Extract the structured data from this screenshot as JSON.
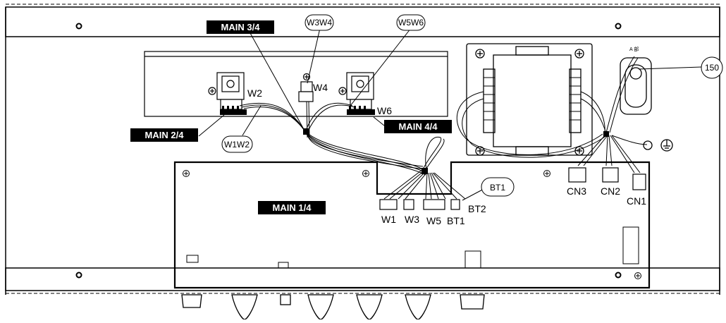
{
  "labels": {
    "main_1_4": "MAIN 1/4",
    "main_2_4": "MAIN 2/4",
    "main_3_4": "MAIN 3/4",
    "main_4_4": "MAIN 4/4"
  },
  "bubbles": {
    "w1w2": "W1W2",
    "w3w4": "W3W4",
    "w5w6": "W5W6",
    "bt1": "BT1",
    "ref_150": "150"
  },
  "wires": {
    "w2": "W2",
    "w4": "W4",
    "w6": "W6"
  },
  "connectors": {
    "w1": "W1",
    "w3": "W3",
    "w5": "W5",
    "bt1": "BT1",
    "bt2": "BT2",
    "cn1": "CN1",
    "cn2": "CN2",
    "cn3": "CN3"
  },
  "detail_label": "A 部"
}
